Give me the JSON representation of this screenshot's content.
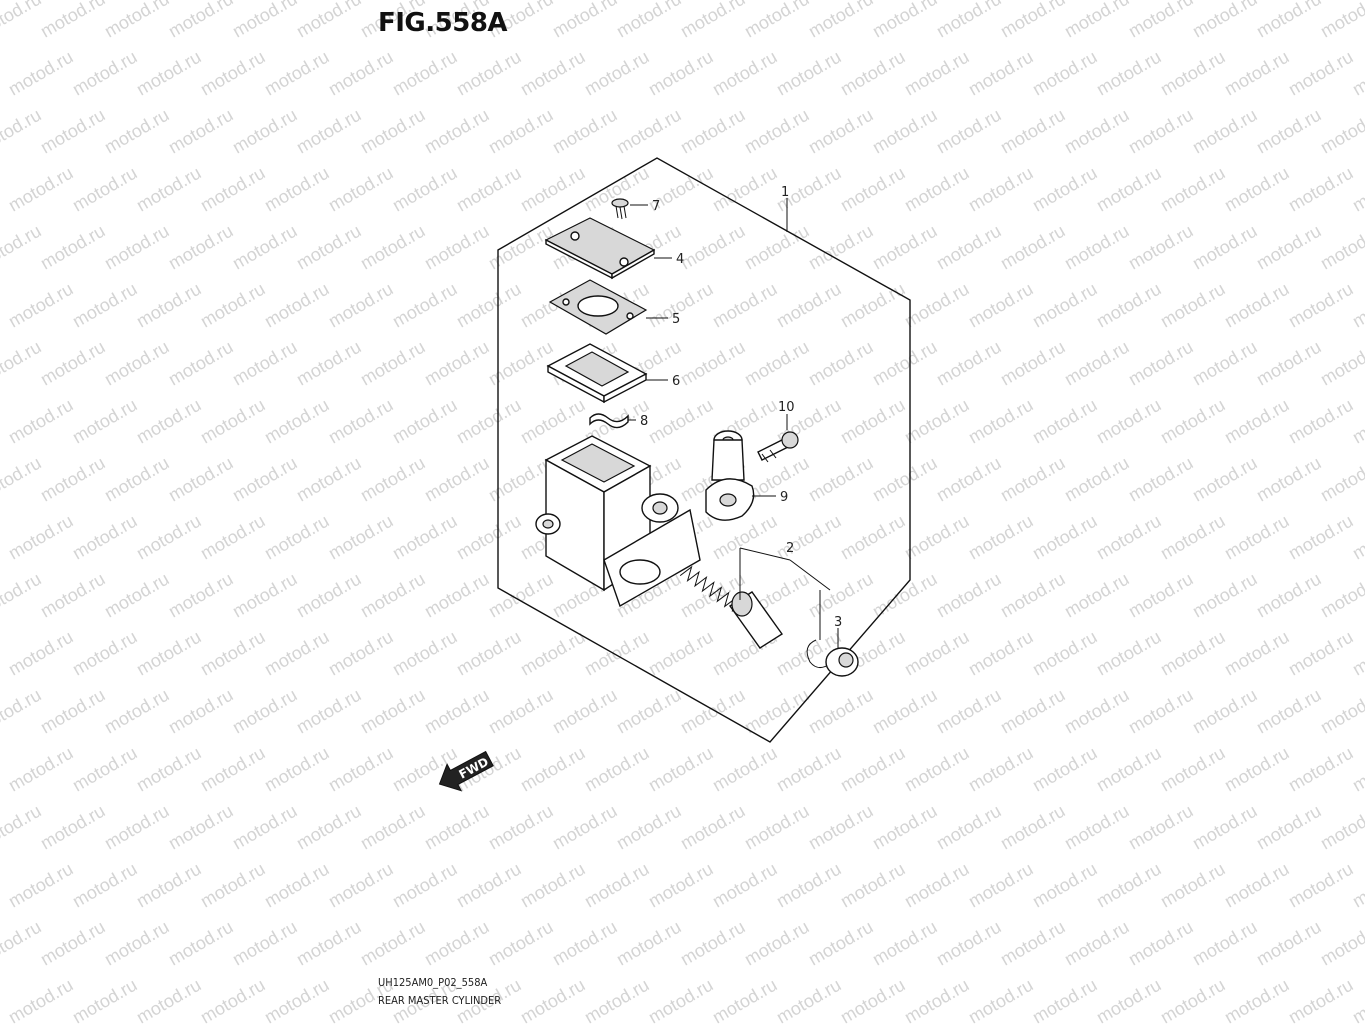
{
  "figure": {
    "title": "FIG.558A",
    "code": "UH125AM0_P02_558A",
    "name": "REAR MASTER CYLINDER"
  },
  "watermark": "motod.ru",
  "direction_badge": "FWD",
  "callouts": [
    "1",
    "2",
    "3",
    "4",
    "5",
    "6",
    "7",
    "8",
    "9",
    "10"
  ]
}
